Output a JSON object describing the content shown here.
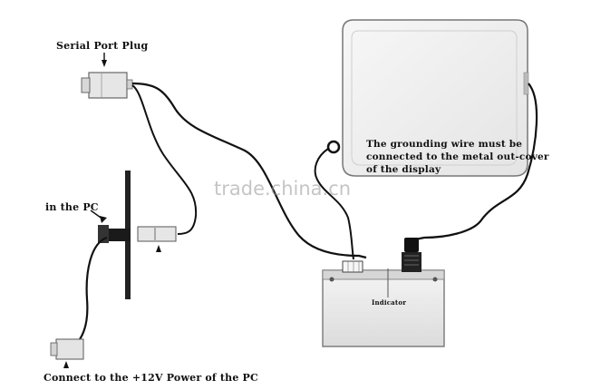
{
  "labels": {
    "serial_port_plug": "Serial Port Plug",
    "in_the_pc": "in the PC",
    "grounding_note": "The grounding wire must be connected to the metal out-cover of the display",
    "indicator": "Indicator",
    "power_note": "Connect to the +12V Power of the PC"
  },
  "watermark": "trade.china.cn",
  "colors": {
    "line": "#111111",
    "component_fill": "#e9e9e9",
    "display_fill": "#f0f0f0"
  }
}
